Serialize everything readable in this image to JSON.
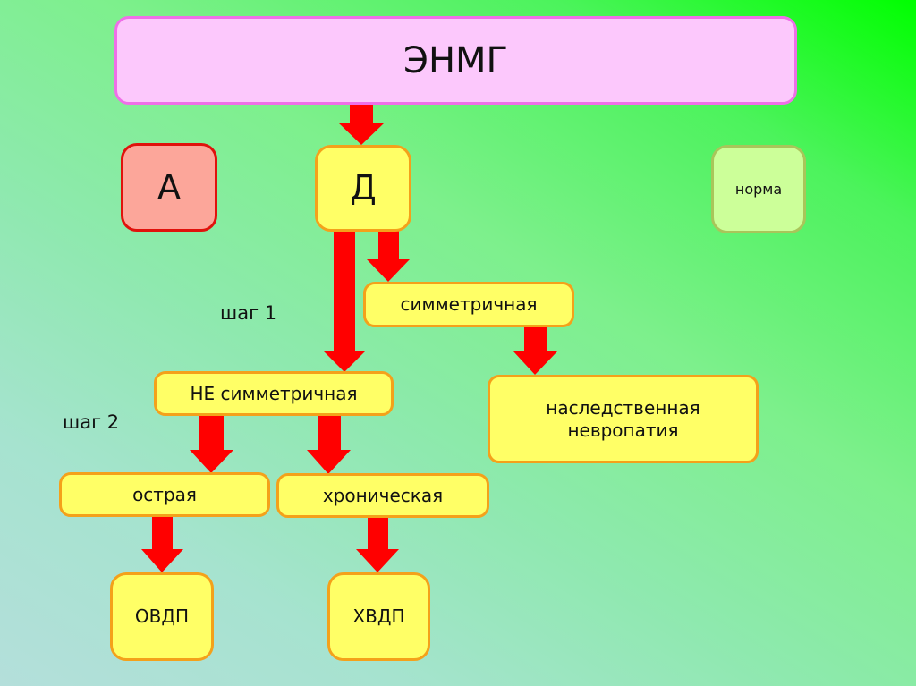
{
  "colors": {
    "arrow": "#ff0000",
    "node_fill": "#ffff66",
    "node_border": "#f4a11a",
    "root_fill": "#fcc8fc",
    "root_border": "#ef6fe8",
    "a_fill": "#fca69a",
    "a_border": "#e0120c",
    "norm_fill": "#ccff99",
    "norm_border": "#a9c55a"
  },
  "nodes": {
    "root": "ЭНМГ",
    "a": "А",
    "d": "Д",
    "norm": "норма",
    "symmetric": "симметричная",
    "hereditary": "наследственная невропатия",
    "asymmetric": "НЕ симметричная",
    "acute": "острая",
    "chronic": "хроническая",
    "ovdp": "ОВДП",
    "hvdp": "ХВДП"
  },
  "labels": {
    "step1": "шаг 1",
    "step2": "шаг 2"
  },
  "edges": [
    {
      "from": "root",
      "to": "d"
    },
    {
      "from": "d",
      "to": "asymmetric"
    },
    {
      "from": "d",
      "to": "symmetric"
    },
    {
      "from": "symmetric",
      "to": "hereditary"
    },
    {
      "from": "asymmetric",
      "to": "acute"
    },
    {
      "from": "asymmetric",
      "to": "chronic"
    },
    {
      "from": "acute",
      "to": "ovdp"
    },
    {
      "from": "chronic",
      "to": "hvdp"
    }
  ]
}
